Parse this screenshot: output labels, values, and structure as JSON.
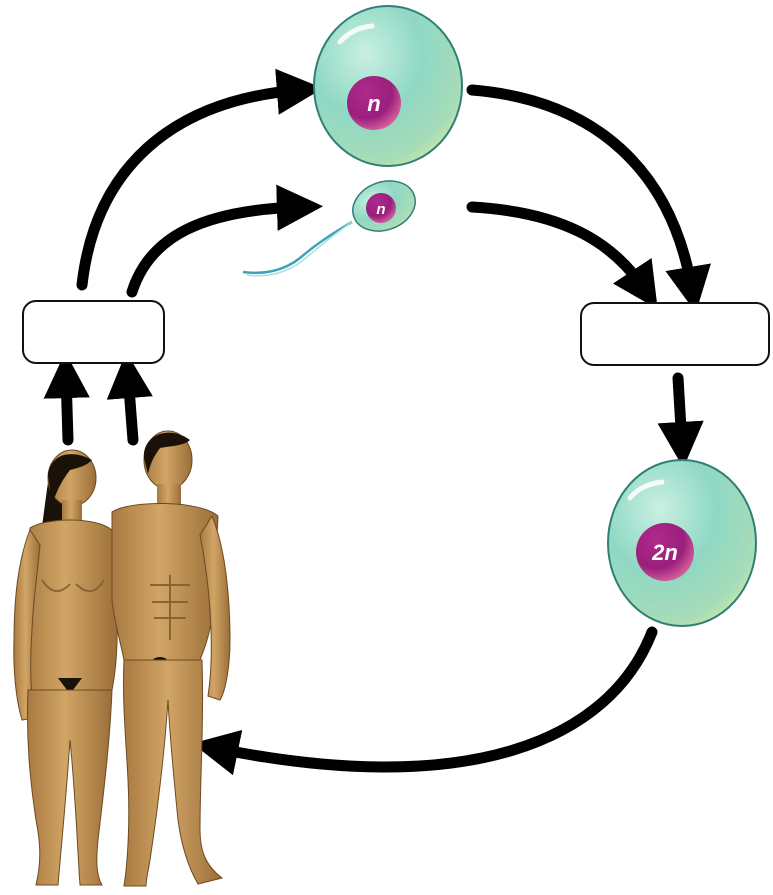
{
  "diagram": {
    "egg": {
      "ploidy_label": "n"
    },
    "sperm": {
      "ploidy_label": "n"
    },
    "zygote": {
      "ploidy_label": "2n"
    },
    "left_box": {
      "text": ""
    },
    "right_box": {
      "text": ""
    }
  },
  "colors": {
    "arrow": "#000000",
    "cell_fill": "#8fd8c4",
    "cell_light": "#e3f29a",
    "cell_edge": "#2f7f77",
    "nucleus": "#9a1f7c",
    "nucleus_light": "#e26fa3",
    "skin": "#c79a5c",
    "skin_dark": "#8a6233",
    "hair": "#1a1208",
    "box_border": "#111111"
  },
  "icons": [
    "female-figure-icon",
    "male-figure-icon",
    "egg-cell-icon",
    "sperm-cell-icon",
    "zygote-cell-icon"
  ]
}
